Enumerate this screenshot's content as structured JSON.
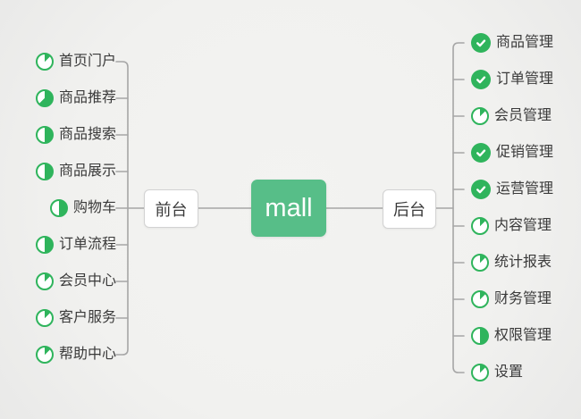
{
  "root": {
    "label": "mall"
  },
  "branches": [
    {
      "label": "前台",
      "side": "left",
      "items": [
        {
          "label": "首页门户",
          "icon": "progress-pie",
          "progress": 0.125
        },
        {
          "label": "商品推荐",
          "icon": "progress-pie",
          "progress": 0.625
        },
        {
          "label": "商品搜索",
          "icon": "progress-pie",
          "progress": 0.5
        },
        {
          "label": "商品展示",
          "icon": "progress-pie",
          "progress": 0.5
        },
        {
          "label": "购物车",
          "icon": "progress-pie",
          "progress": 0.5
        },
        {
          "label": "订单流程",
          "icon": "progress-pie",
          "progress": 0.5
        },
        {
          "label": "会员中心",
          "icon": "progress-pie",
          "progress": 0.125
        },
        {
          "label": "客户服务",
          "icon": "progress-pie",
          "progress": 0.125
        },
        {
          "label": "帮助中心",
          "icon": "progress-pie",
          "progress": 0.125
        }
      ]
    },
    {
      "label": "后台",
      "side": "right",
      "items": [
        {
          "label": "商品管理",
          "icon": "check-done"
        },
        {
          "label": "订单管理",
          "icon": "check-done"
        },
        {
          "label": "会员管理",
          "icon": "progress-pie",
          "progress": 0.125
        },
        {
          "label": "促销管理",
          "icon": "check-done"
        },
        {
          "label": "运营管理",
          "icon": "check-done"
        },
        {
          "label": "内容管理",
          "icon": "progress-pie",
          "progress": 0.125
        },
        {
          "label": "统计报表",
          "icon": "progress-pie",
          "progress": 0.125
        },
        {
          "label": "财务管理",
          "icon": "progress-pie",
          "progress": 0.125
        },
        {
          "label": "权限管理",
          "icon": "progress-pie",
          "progress": 0.5
        },
        {
          "label": "设置",
          "icon": "progress-pie",
          "progress": 0.125
        }
      ]
    }
  ],
  "colors": {
    "root_green": "#57be88",
    "icon_green": "#2fb45c",
    "line_gray": "#a6a6a6",
    "text": "#3a3a3a",
    "background": "#f1f1ef",
    "node_border": "#d2d2d2"
  }
}
